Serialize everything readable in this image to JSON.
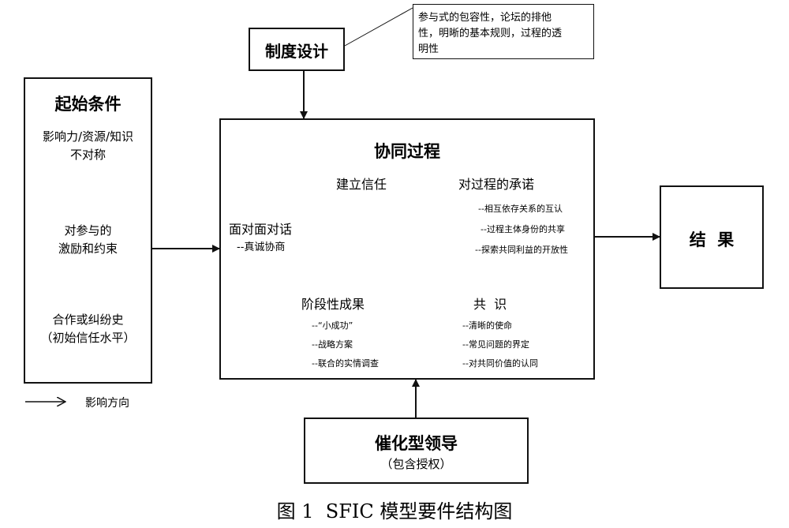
{
  "initial_conditions": {
    "title": "起始条件",
    "item1_line1": "影响力/资源/知识",
    "item1_line2": "不对称",
    "item2_line1": "对参与的",
    "item2_line2": "激励和约束",
    "item3_line1": "合作或纠纷史",
    "item3_line2": "（初始信任水平）"
  },
  "institutional_design": {
    "title": "制度设计",
    "note_line1": "参与式的包容性，论坛的排他",
    "note_line2": "性，明晰的基本规则，过程的透",
    "note_line3": "明性"
  },
  "collaborative_process": {
    "title": "协同过程",
    "face_to_face": "面对面对话",
    "face_to_face_sub": "--真诚协商",
    "trust_building": "建立信任",
    "commitment": "对过程的承诺",
    "commitment_items": [
      "--相互依存关系的互认",
      "--过程主体身份的共享",
      "--探索共同利益的开放性"
    ],
    "shared_understanding": "共  识",
    "shared_understanding_items": [
      "--清晰的使命",
      "--常见问题的界定",
      "--对共同价值的认同"
    ],
    "intermediate_outcomes": "阶段性成果",
    "intermediate_outcomes_items": [
      "--“小成功”",
      "--战略方案",
      "--联合的实情调查"
    ]
  },
  "outcomes": {
    "title": "结  果"
  },
  "facilitative_leadership": {
    "title": "催化型领导",
    "subtitle": "（包含授权）"
  },
  "legend": {
    "label": "影响方向"
  },
  "caption": "图 1  SFIC 模型要件结构图"
}
